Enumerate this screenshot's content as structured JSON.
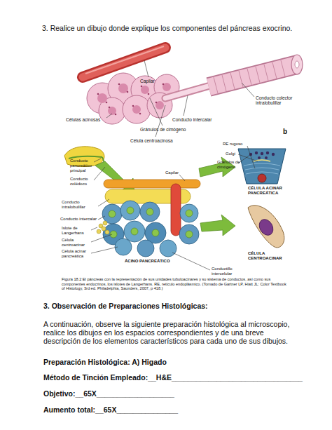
{
  "diagram": {
    "caption": "Figura 18.2 El páncreas con la representación de sus unidades tubuloacinares y su sistema de conductos, así como sus componentes endocrinos, los islotes de Langerhans. RE, retículo endoplásmico. (Tomado de Gartner LP, Hiatt JL: Color Textbook of Histology, 3rd ed. Philadelphia, Saunders, 2007, p 418.)",
    "labels": [
      "3. Realice un dibujo donde explique los componentes del páncreas exocrino.",
      "Capilar",
      "Conducto colector intralobulillar",
      "Células acinosas",
      "Conducto intercalar",
      "Gránulos de cimógeno",
      "Célula centroacinosa",
      "b",
      "Conducto pancreático principal",
      "Conducto colédoco",
      "Capilar",
      "RE rugoso",
      "Golgi",
      "Gránulos de cimógeno",
      "CÉLULA ACINAR PANCREÁTICA",
      "Conducto intralobulillar",
      "Conducto intercalar",
      "Islote de Langerhans",
      "Célula centroacinar",
      "Célula acinar pancreática",
      "ÁCINO PANCREÁTICO",
      "Conductillo intercelular",
      "CÉLULA CENTROACINAR",
      "3. Observación de Preparaciones Histológicas:",
      "A continuación, observe la siguiente preparación histológica al microscopio, realice los dibujos en los espacios correspondientes y de una breve descripción de los elementos característicos para cada uno de sus dibujos.",
      "Preparación Histológica: A) Higado",
      "Método de Tinción Empleado:__H&E________________________________",
      "Objetivo:__65X___________________",
      "Aumento total:__65X_______________"
    ]
  }
}
